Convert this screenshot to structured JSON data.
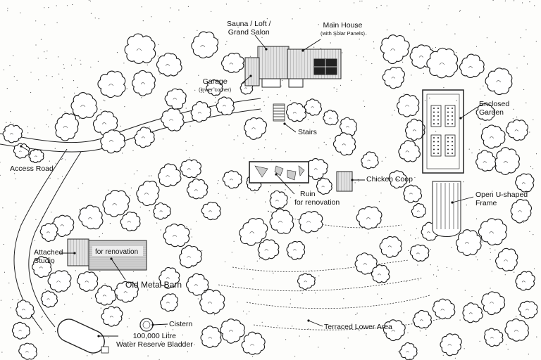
{
  "labels": {
    "sauna": [
      "Sauna / Loft /",
      "Grand Salon"
    ],
    "main_house": "Main House",
    "main_house_sub": "(with Solar Panels)",
    "garage": "Garage",
    "garage_sub": "(lower corner)",
    "enclosed_garden": [
      "Enclosed",
      "Garden"
    ],
    "stairs": "Stairs",
    "access_road": "Access Road",
    "chicken_coop": "Chicken Coop",
    "ruin": [
      "Ruin",
      "for renovation"
    ],
    "open_frame": [
      "Open U-shaped",
      "Frame"
    ],
    "attached_studio": [
      "Attached",
      "Studio"
    ],
    "barn_inner": "for renovation",
    "old_metal_barn": "Old Metal Barn",
    "cistern": "Cistern",
    "bladder": [
      "100,000 Litre",
      "Water Reserve Bladder"
    ],
    "terraced": "Terraced Lower Area"
  },
  "icons": [
    "tree-icon"
  ],
  "colors": {
    "ink": "#1a1a1a",
    "paper": "#fdfdfb",
    "roof": "#dcdcdc",
    "solar": "#222222"
  }
}
